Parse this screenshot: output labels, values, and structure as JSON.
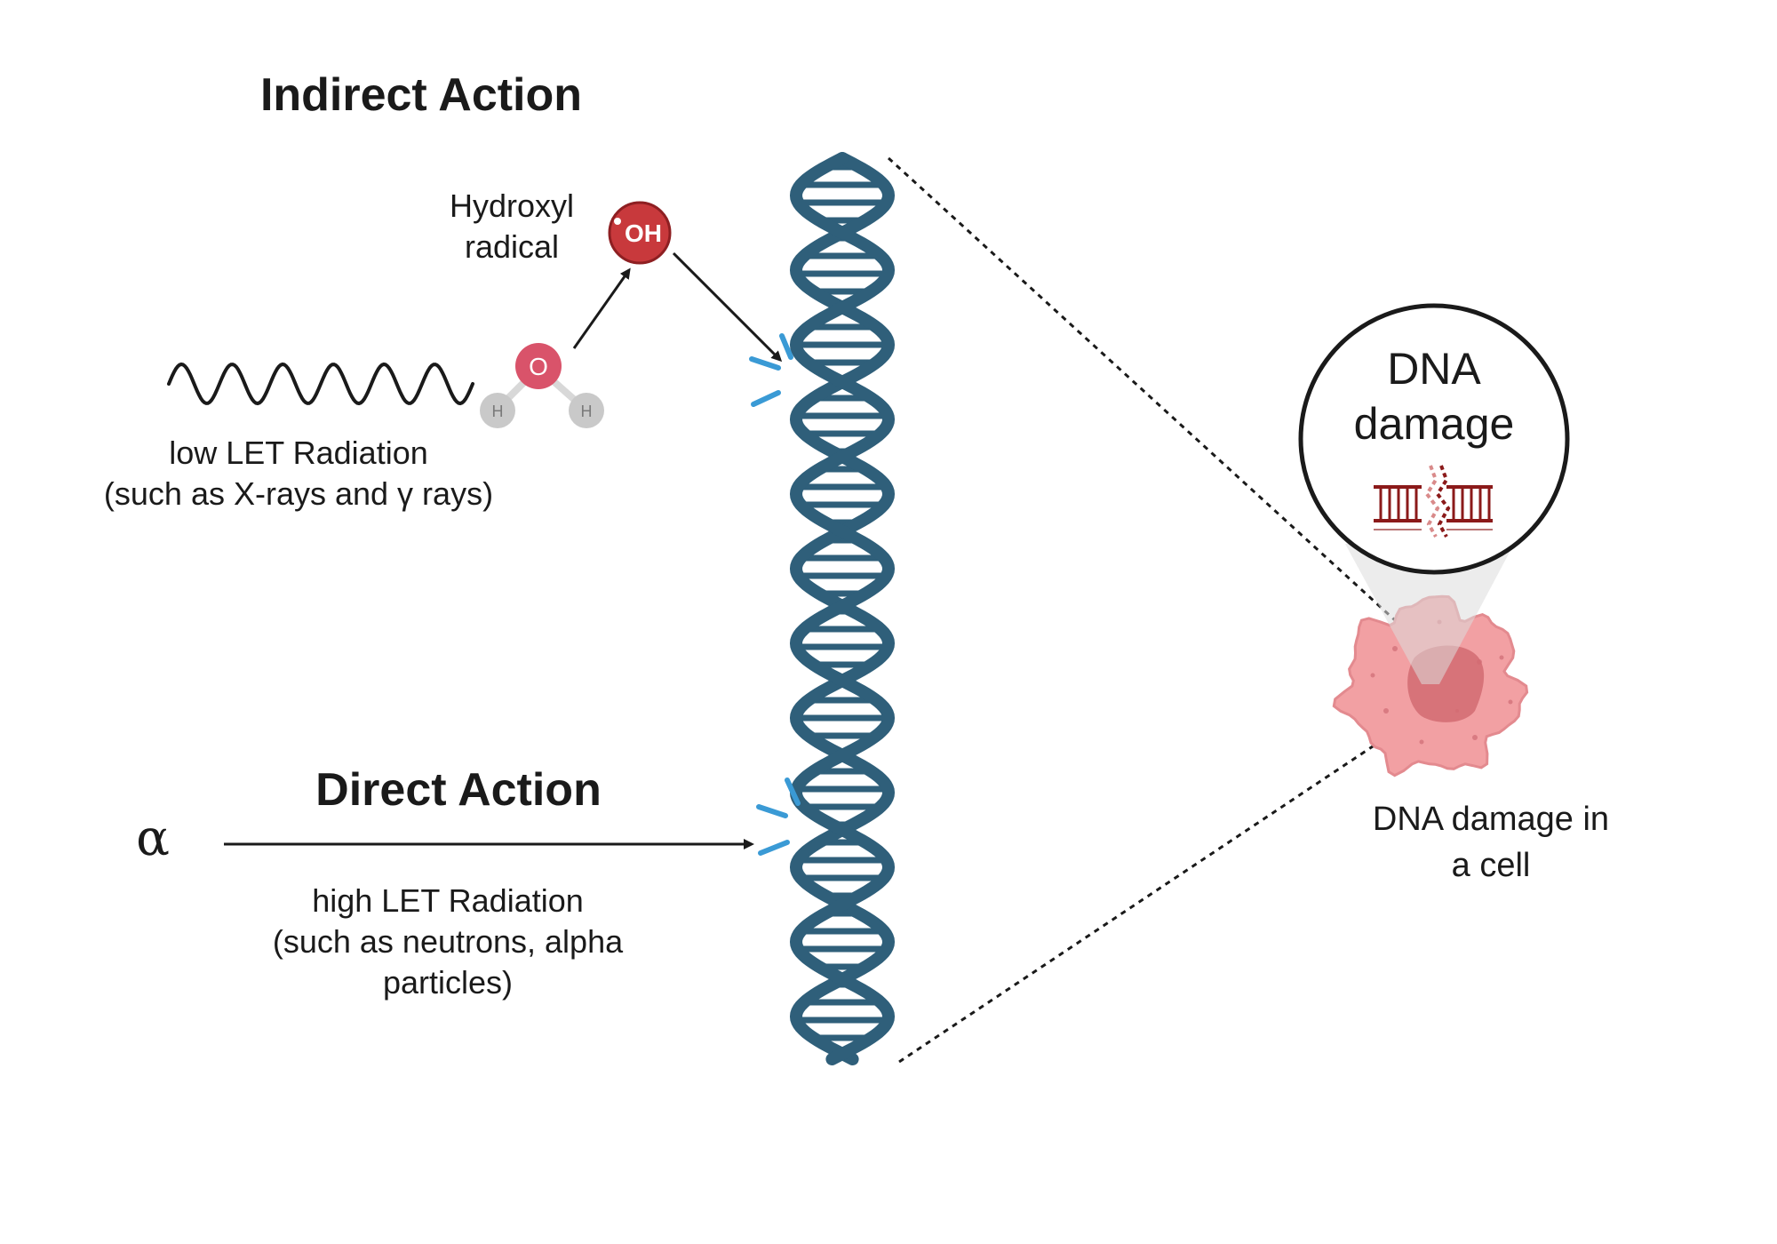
{
  "indirect": {
    "title": "Indirect Action",
    "radical_label_1": "Hydroxyl",
    "radical_label_2": "radical",
    "radical_symbol": "OH",
    "water_o": "O",
    "water_h": "H",
    "radiation_label_1": "low LET Radiation",
    "radiation_label_2": "(such as X-rays and γ rays)"
  },
  "direct": {
    "title": "Direct Action",
    "alpha_symbol": "α",
    "radiation_label_1": "high LET Radiation",
    "radiation_label_2": "(such as neutrons, alpha",
    "radiation_label_3": "particles)"
  },
  "cell": {
    "bubble_label_1": "DNA",
    "bubble_label_2": "damage",
    "caption_1": "DNA damage in",
    "caption_2": "a cell"
  },
  "colors": {
    "dna_strand": "#2f5f7a",
    "break_mark": "#3a9ad5",
    "oxygen": "#d9536a",
    "hydroxyl": "#c8393c",
    "hydrogen": "#c9c9c9",
    "cell_body": "#f2a0a3",
    "cell_nucleus": "#d26b72",
    "damage_icon": "#8b1a1a",
    "text": "#1a1a1a"
  }
}
